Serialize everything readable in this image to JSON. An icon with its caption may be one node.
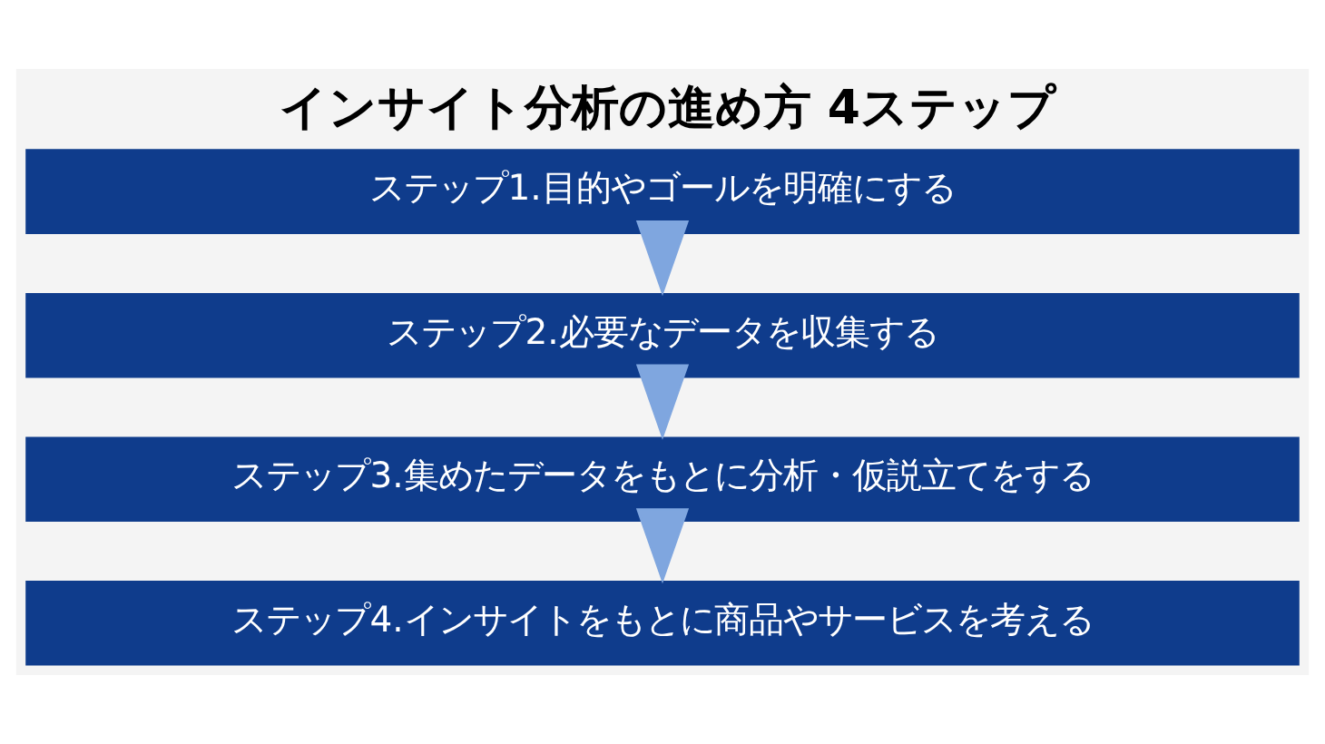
{
  "diagram": {
    "title": "インサイト分析の進め方 4ステップ",
    "nodes": [
      {
        "text": [
          "ステップ1.目的やゴールを明確にする"
        ]
      },
      {
        "text": [
          "ステップ2.必要なデータを収集する"
        ]
      },
      {
        "text": [
          "ステップ3.集めたデータをもとに分析・仮説立てをする"
        ]
      },
      {
        "text": [
          "ステップ4.インサイトをもとに商品やサービスを考える"
        ]
      }
    ],
    "edges": [
      {
        "from": 0,
        "to": 1,
        "arrow": "to"
      },
      {
        "from": 1,
        "to": 2,
        "arrow": "to"
      },
      {
        "from": 2,
        "to": 3,
        "arrow": "to"
      }
    ]
  }
}
